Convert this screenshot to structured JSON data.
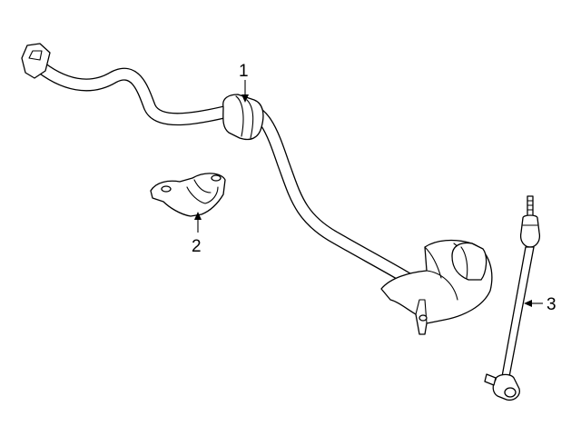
{
  "callouts": {
    "c1": "1",
    "c2": "2",
    "c3": "3"
  },
  "colors": {
    "line": "#000000",
    "background": "#ffffff"
  }
}
